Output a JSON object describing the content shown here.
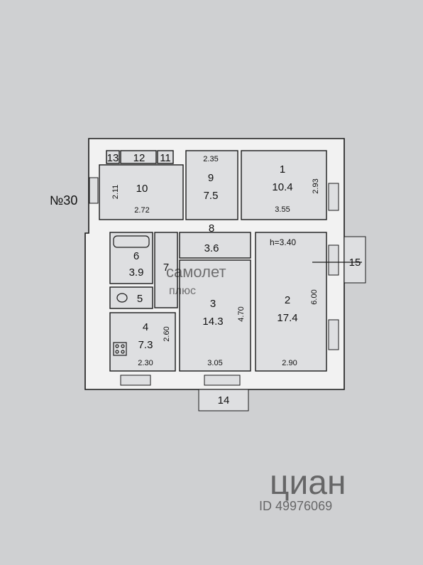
{
  "apartment_label": "№30",
  "ceiling_height": "h=3.40",
  "rooms": [
    {
      "id": "1",
      "area": "10.4",
      "width": "3.55",
      "depth": "2.93"
    },
    {
      "id": "2",
      "area": "17.4",
      "width": "2.90",
      "depth": "6.00"
    },
    {
      "id": "3",
      "area": "14.3",
      "width": "3.05",
      "depth": "4.70"
    },
    {
      "id": "4",
      "area": "7.3",
      "width": "2.30",
      "depth": "2.60"
    },
    {
      "id": "5"
    },
    {
      "id": "6",
      "area": "3.9"
    },
    {
      "id": "7"
    },
    {
      "id": "8",
      "area": "3.6"
    },
    {
      "id": "9",
      "area": "7.5",
      "width": "2.35"
    },
    {
      "id": "10",
      "width": "2.72",
      "depth": "2.11"
    },
    {
      "id": "11"
    },
    {
      "id": "12"
    },
    {
      "id": "13"
    },
    {
      "id": "14"
    },
    {
      "id": "15"
    }
  ],
  "watermarks": {
    "top_brand": "самолет",
    "top_sub": "плюс",
    "bottom_brand": "циан",
    "bottom_id": "ID 49976069"
  }
}
